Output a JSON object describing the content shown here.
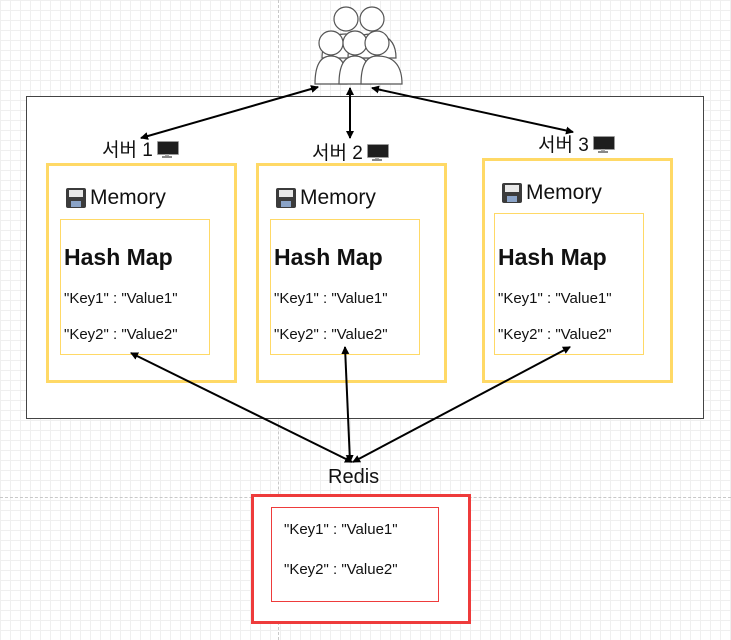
{
  "colors": {
    "memory_border": "#ffd966",
    "redis_border": "#ee3b3b",
    "arrow": "#000000",
    "outer_border": "#444444"
  },
  "icons": {
    "users": "users-group-icon",
    "monitor": "monitor-icon",
    "memory": "floppy-disk-icon"
  },
  "servers": [
    {
      "label": "서버 1",
      "memory_label": "Memory",
      "hash_title": "Hash Map",
      "entries": [
        "\"Key1\" : \"Value1\"",
        "\"Key2\" : \"Value2\""
      ]
    },
    {
      "label": "서버 2",
      "memory_label": "Memory",
      "hash_title": "Hash Map",
      "entries": [
        "\"Key1\" : \"Value1\"",
        "\"Key2\" : \"Value2\""
      ]
    },
    {
      "label": "서버 3",
      "memory_label": "Memory",
      "hash_title": "Hash Map",
      "entries": [
        "\"Key1\" : \"Value1\"",
        "\"Key2\" : \"Value2\""
      ]
    }
  ],
  "redis": {
    "label": "Redis",
    "entries": [
      "\"Key1\" : \"Value1\"",
      "\"Key2\" : \"Value2\""
    ]
  }
}
